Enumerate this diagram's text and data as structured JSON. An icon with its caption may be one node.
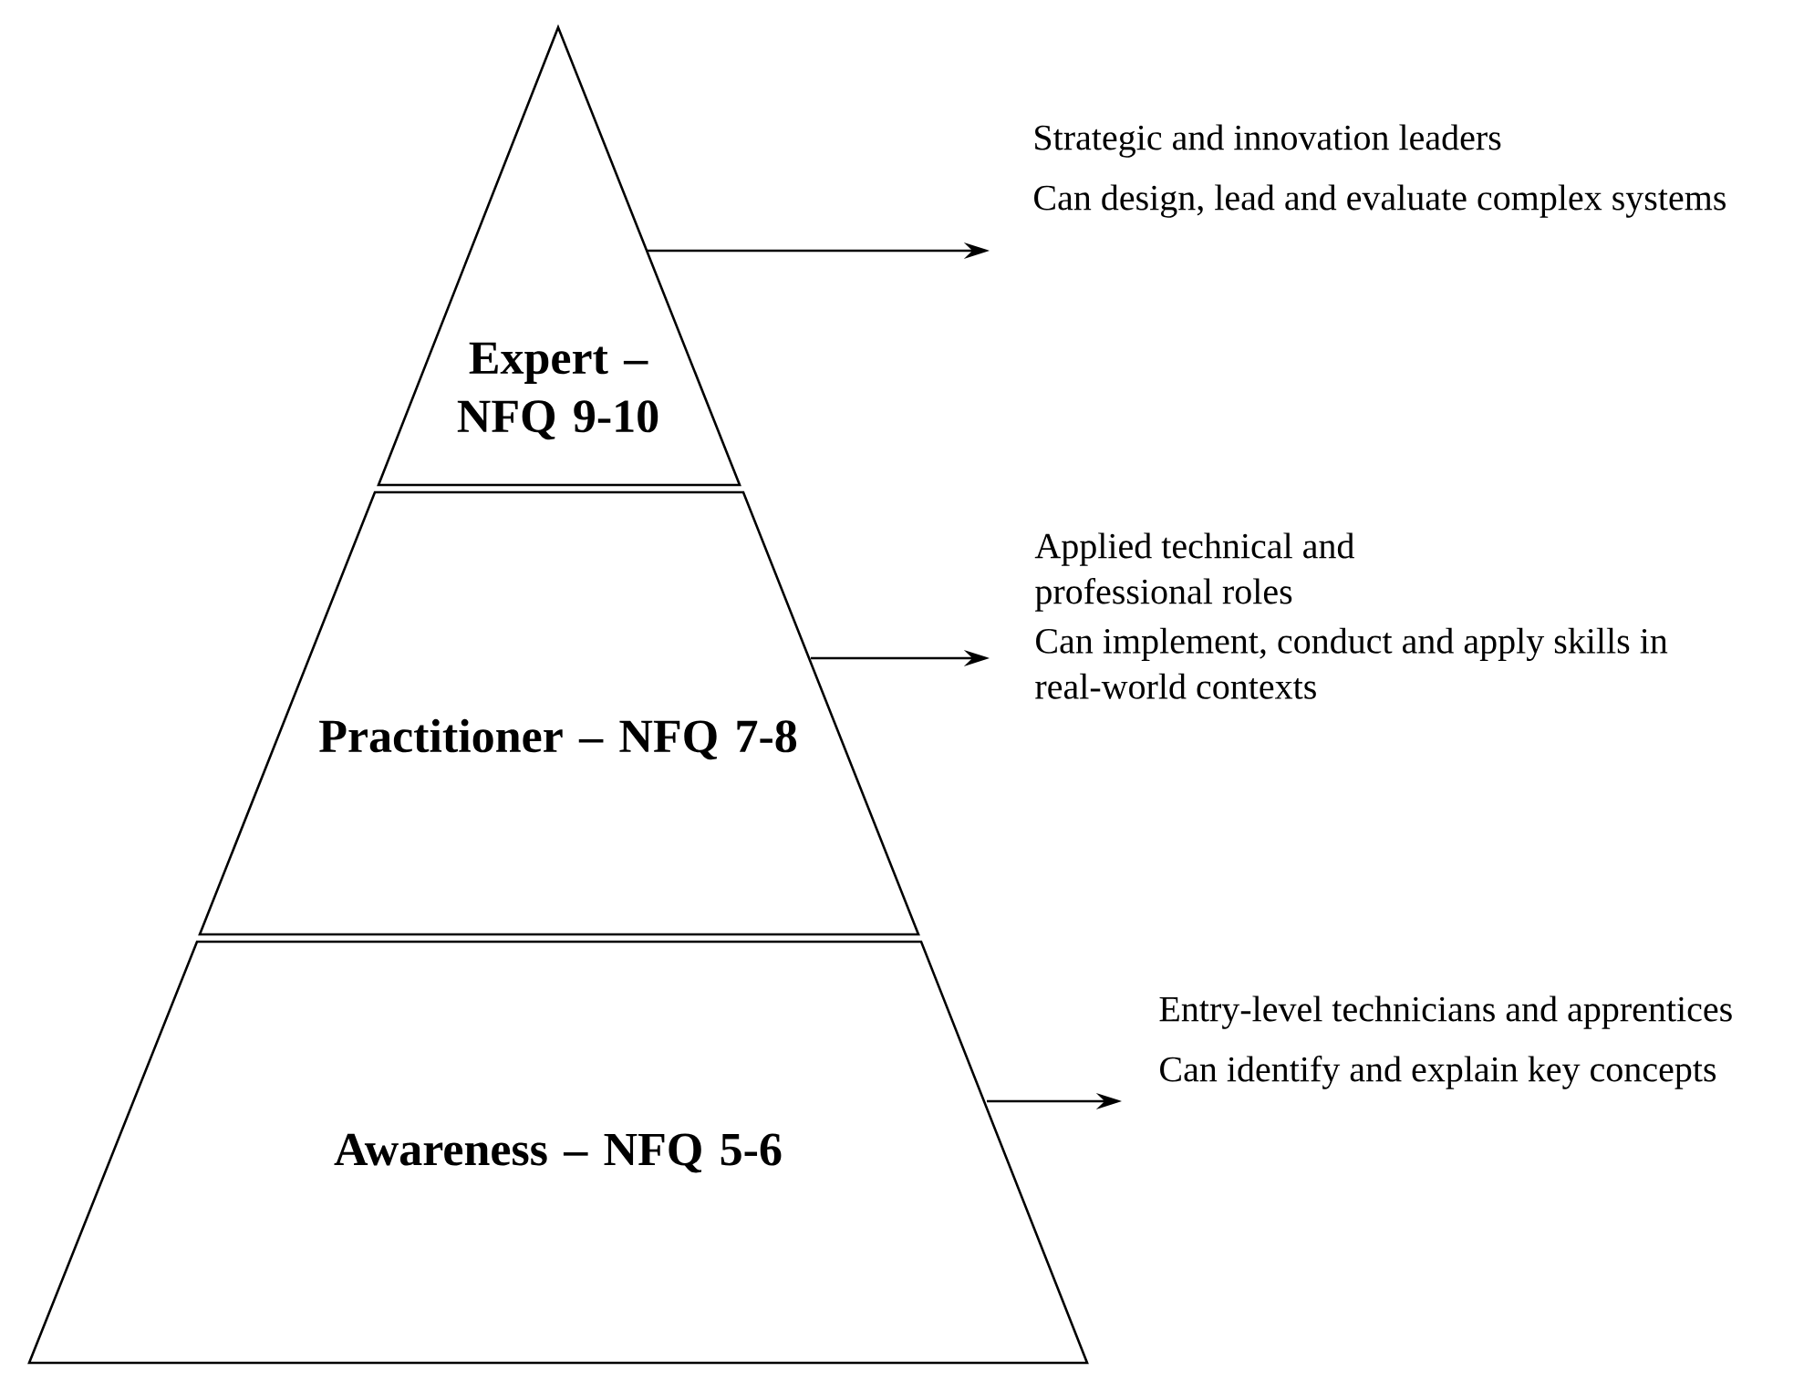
{
  "diagram": {
    "nodes": [
      {
        "text": [
          "Expert – NFQ 9-10"
        ]
      },
      {
        "text": [
          "Practitioner – NFQ 7-8"
        ]
      },
      {
        "text": [
          "Awareness – NFQ 5-6"
        ]
      },
      {
        "text": [
          "Strategic and innovation leaders",
          "Can design, lead and evaluate complex systems"
        ]
      },
      {
        "text": [
          "Applied technical and professional roles",
          "Can implement, conduct and apply skills in real-world contexts"
        ]
      },
      {
        "text": [
          "Entry-level technicians and apprentices",
          "Can identify and explain key concepts"
        ]
      }
    ],
    "edges": [
      {
        "from": 0,
        "to": 3,
        "arrow": "to"
      },
      {
        "from": 1,
        "to": 4,
        "arrow": "to"
      },
      {
        "from": 2,
        "to": 5,
        "arrow": "to"
      }
    ]
  }
}
